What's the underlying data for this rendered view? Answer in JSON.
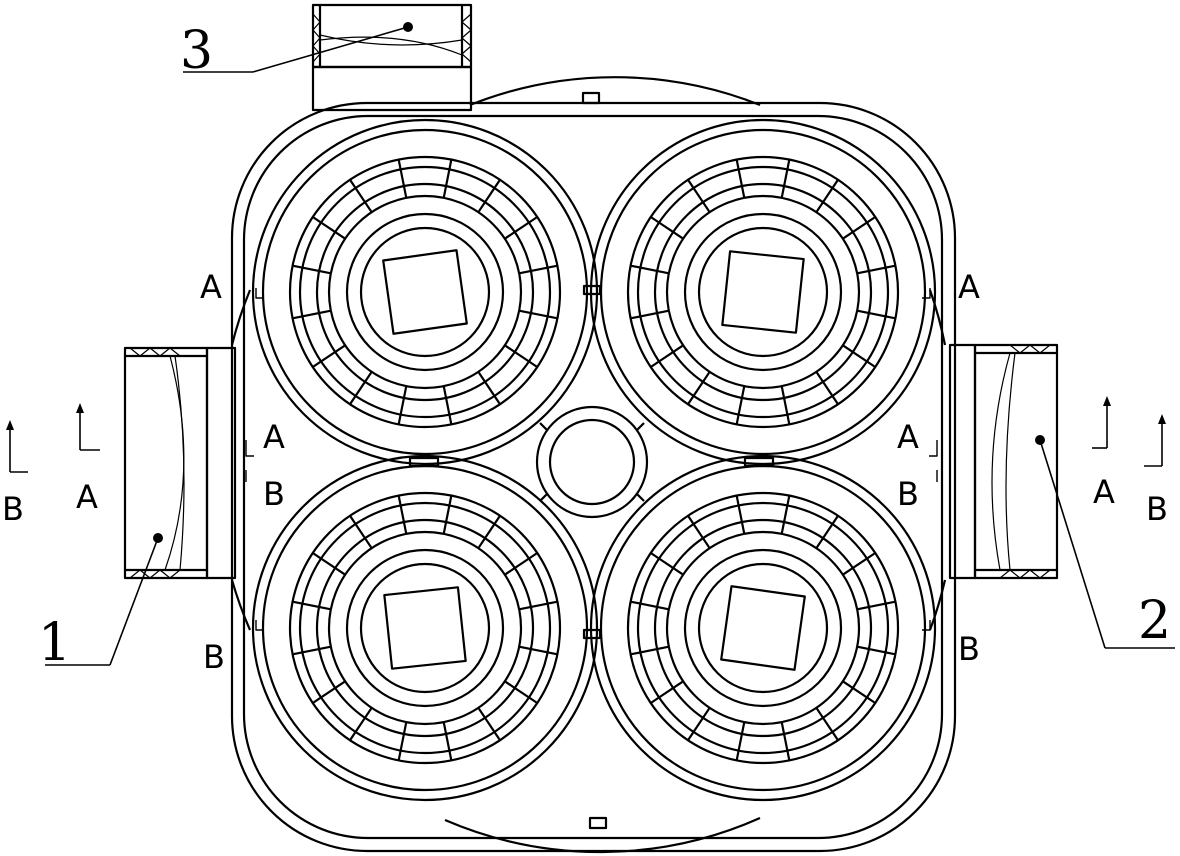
{
  "drawing": {
    "type": "mechanical-section-drawing",
    "colors": {
      "line": "#000000",
      "background": "#ffffff"
    }
  },
  "callouts": {
    "port_1": "1",
    "port_2": "2",
    "port_3": "3"
  },
  "section_marks": {
    "a": "A",
    "b": "B"
  }
}
